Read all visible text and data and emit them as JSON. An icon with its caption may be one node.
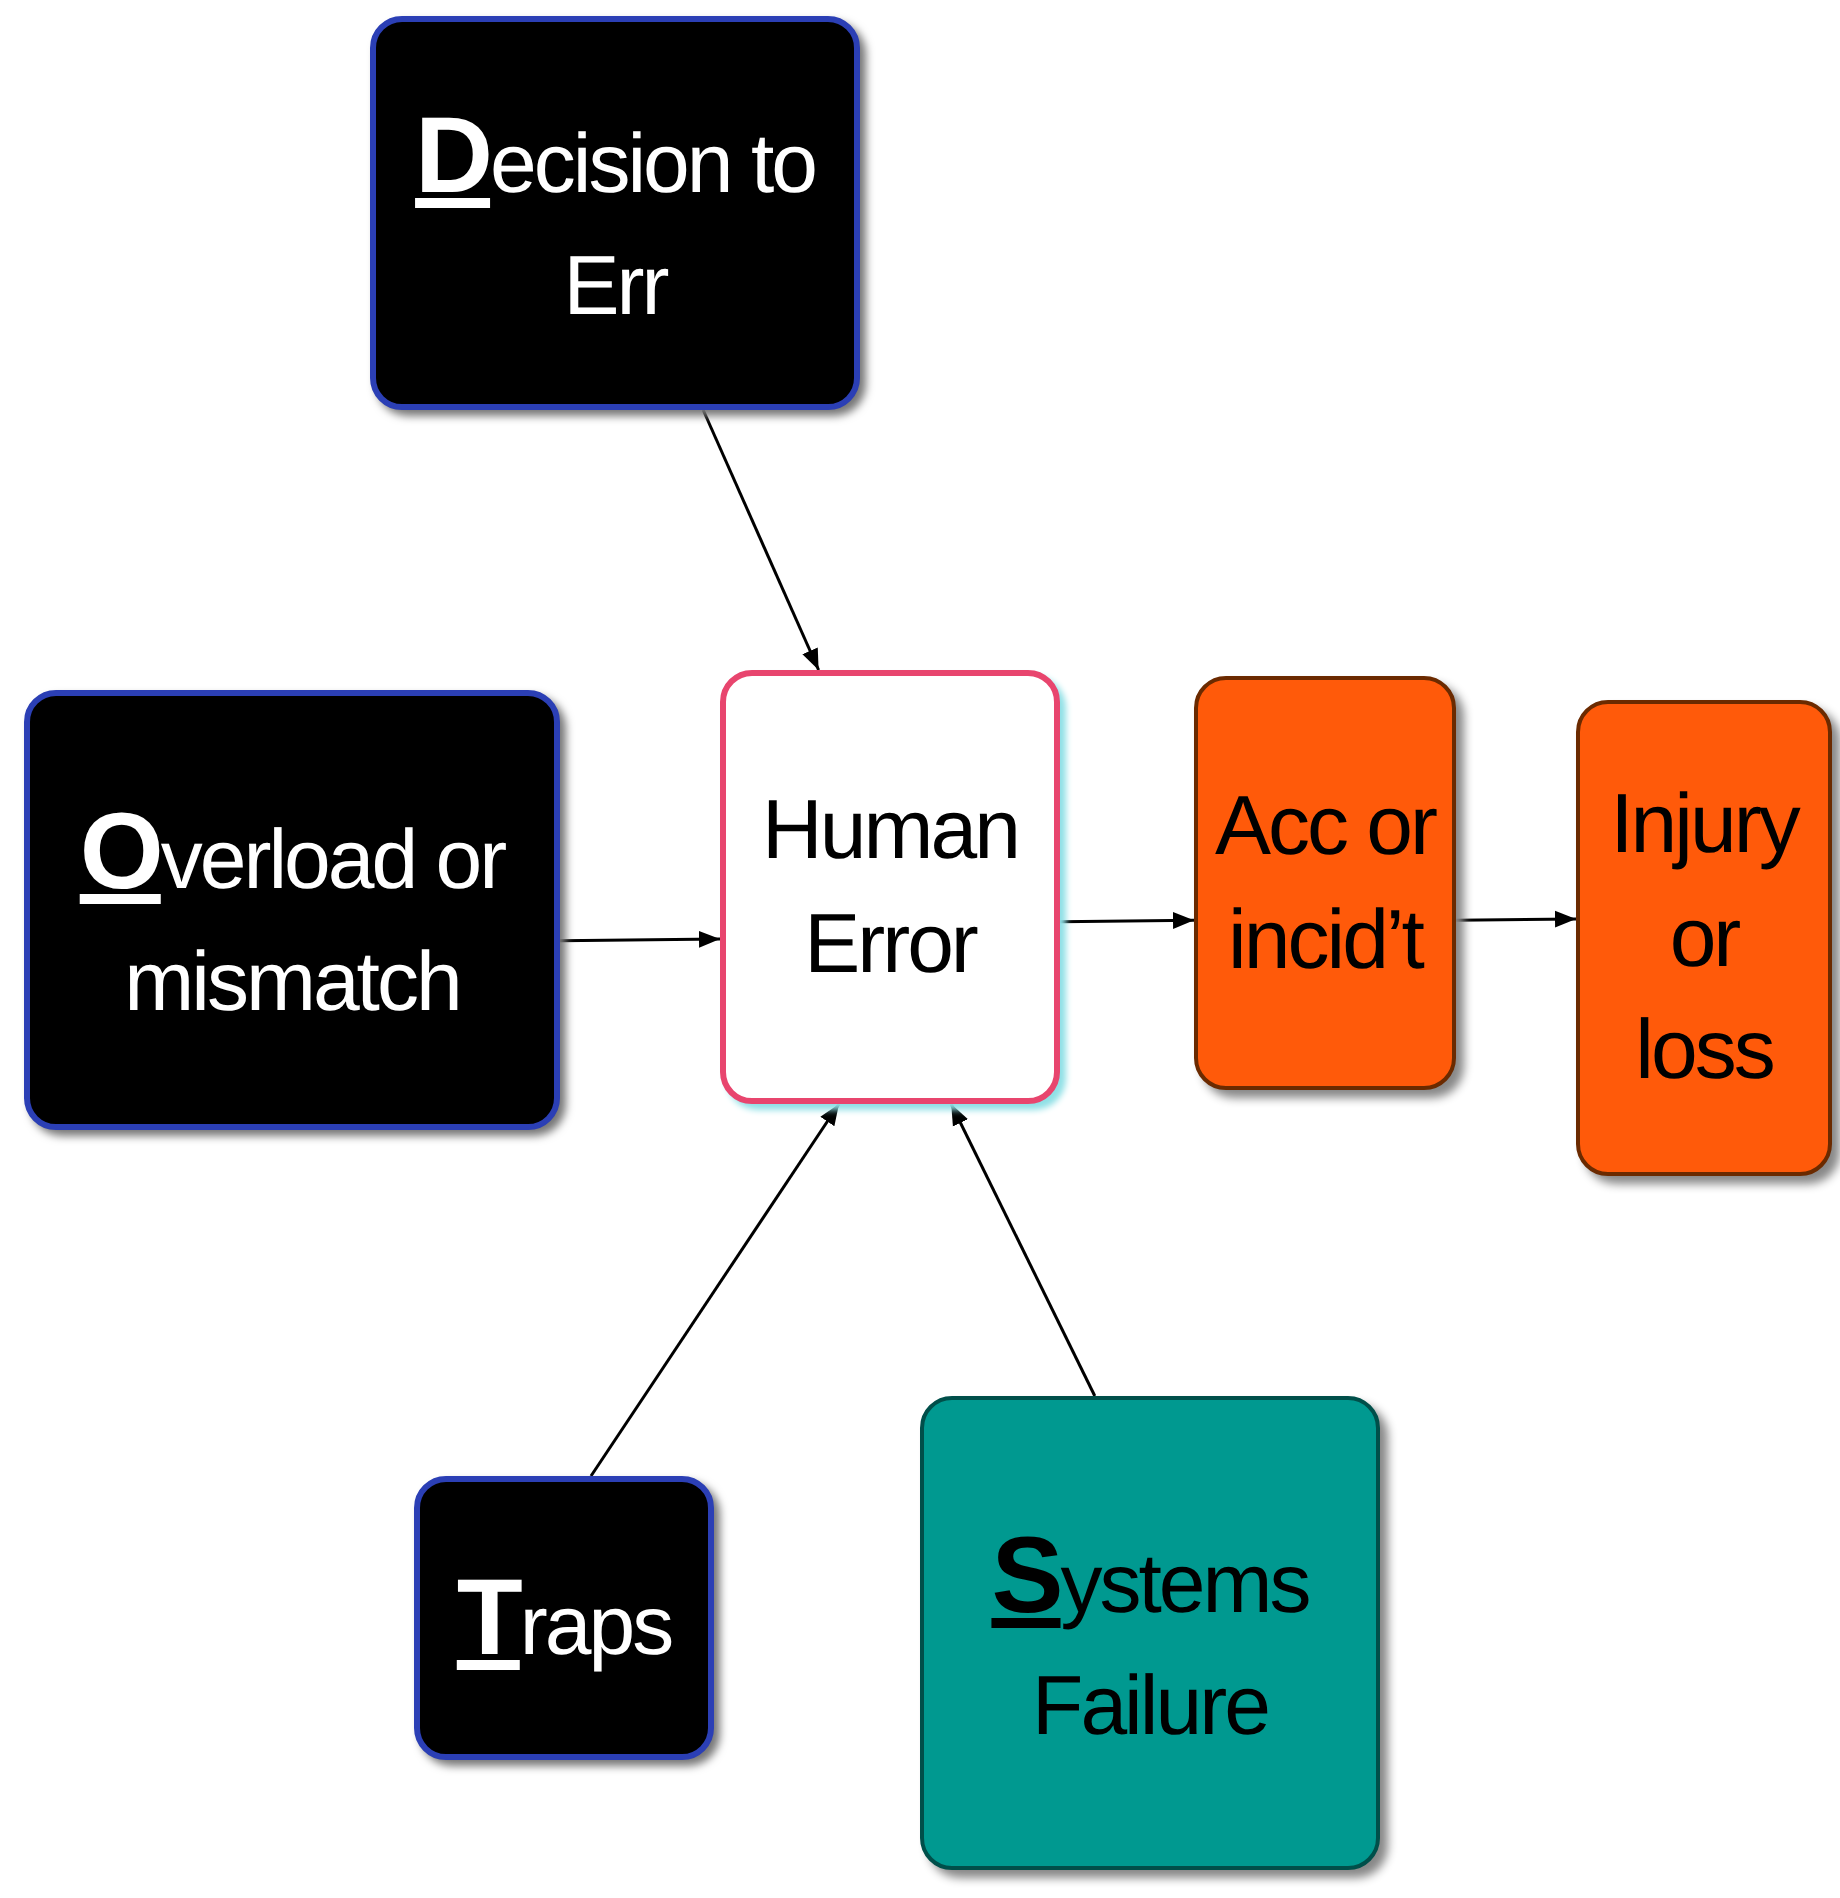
{
  "diagram": {
    "nodes": [
      {
        "text": [
          "Decision to Err"
        ]
      },
      {
        "text": [
          "Overload or mismatch"
        ]
      },
      {
        "text": [
          "Human Error"
        ]
      },
      {
        "text": [
          "Acc or incid’t"
        ]
      },
      {
        "text": [
          "Injury or loss"
        ]
      },
      {
        "text": [
          "Traps"
        ]
      },
      {
        "text": [
          "Systems Failure"
        ]
      }
    ],
    "edges": [
      {
        "from": 0,
        "to": 2,
        "arrow": "to"
      },
      {
        "from": 1,
        "to": 2,
        "arrow": "to"
      },
      {
        "from": 2,
        "to": 3,
        "arrow": "to"
      },
      {
        "from": 3,
        "to": 4,
        "arrow": "to"
      },
      {
        "from": 5,
        "to": 2,
        "arrow": "to"
      },
      {
        "from": 6,
        "to": 2,
        "arrow": "to"
      }
    ]
  }
}
